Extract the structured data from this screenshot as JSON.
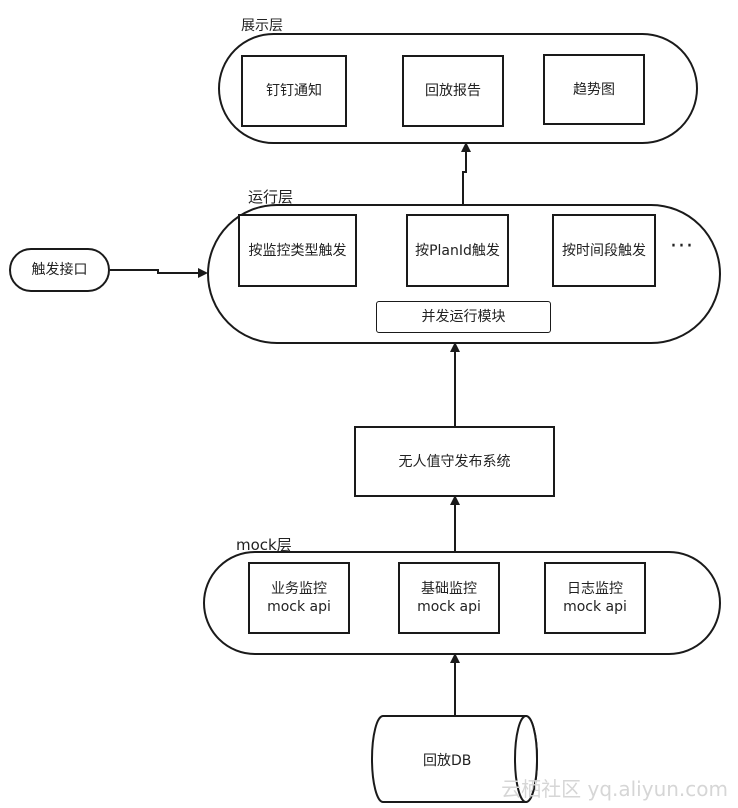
{
  "display_layer": {
    "label": "展示层",
    "items": [
      "钉钉通知",
      "回放报告",
      "趋势图"
    ]
  },
  "run_layer": {
    "label": "运行层",
    "items": [
      "按监控类型触发",
      "按PlanId触发",
      "按时间段触发"
    ],
    "more": "···",
    "concurrent_module": "并发运行模块"
  },
  "trigger": {
    "label": "触发接口"
  },
  "release_system": {
    "label": "无人值守发布系统"
  },
  "mock_layer": {
    "label": "mock层",
    "items": [
      {
        "name": "业务监控",
        "api": "mock api"
      },
      {
        "name": "基础监控",
        "api": "mock api"
      },
      {
        "name": "日志监控",
        "api": "mock api"
      }
    ]
  },
  "database": {
    "label": "回放DB"
  },
  "watermark": "云栖社区 yq.aliyun.com"
}
